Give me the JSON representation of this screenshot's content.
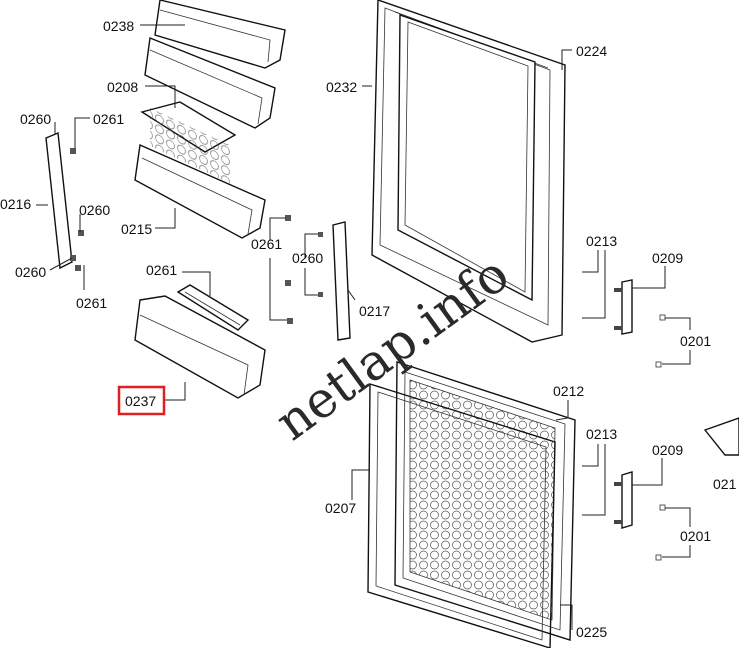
{
  "diagram": {
    "labels": [
      "0238",
      "0208",
      "0260",
      "0261",
      "0216",
      "0215",
      "0260",
      "0260",
      "0261",
      "0261",
      "0237",
      "0232",
      "0224",
      "0261",
      "0260",
      "0217",
      "0213",
      "0209",
      "0201",
      "0212",
      "0213",
      "0209",
      "0201",
      "0207",
      "0225",
      "021"
    ],
    "highlighted_label": "0237",
    "highlight_color": "#e02020",
    "watermark": "netlap.info"
  }
}
